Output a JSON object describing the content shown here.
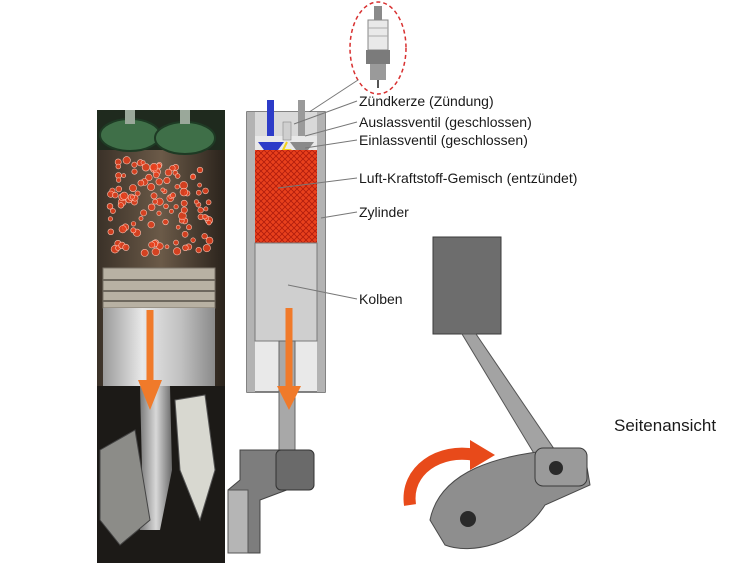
{
  "labels": {
    "spark_plug": "Zündkerze (Zündung)",
    "exhaust_valve": "Auslassventil (geschlossen)",
    "intake_valve": "Einlassventil (geschlossen)",
    "mixture": "Luft-Kraftstoff-Gemisch (entzündet)",
    "cylinder": "Zylinder",
    "piston": "Kolben",
    "side_view": "Seitenansicht"
  },
  "colors": {
    "mixture": "#e8401c",
    "arrow": "#f07a2a",
    "rotation_arrow": "#e84a1a",
    "intake_valve": "#2d3cc8",
    "ignition_spark": "#f2d21a",
    "spark_plug_circle": "#d83030",
    "cylinder_wall": "#b3b3b3",
    "piston": "#cfcfcf"
  },
  "icons": {
    "spark_plug": "spark-plug-icon",
    "rotation": "rotation-arrow-icon"
  }
}
